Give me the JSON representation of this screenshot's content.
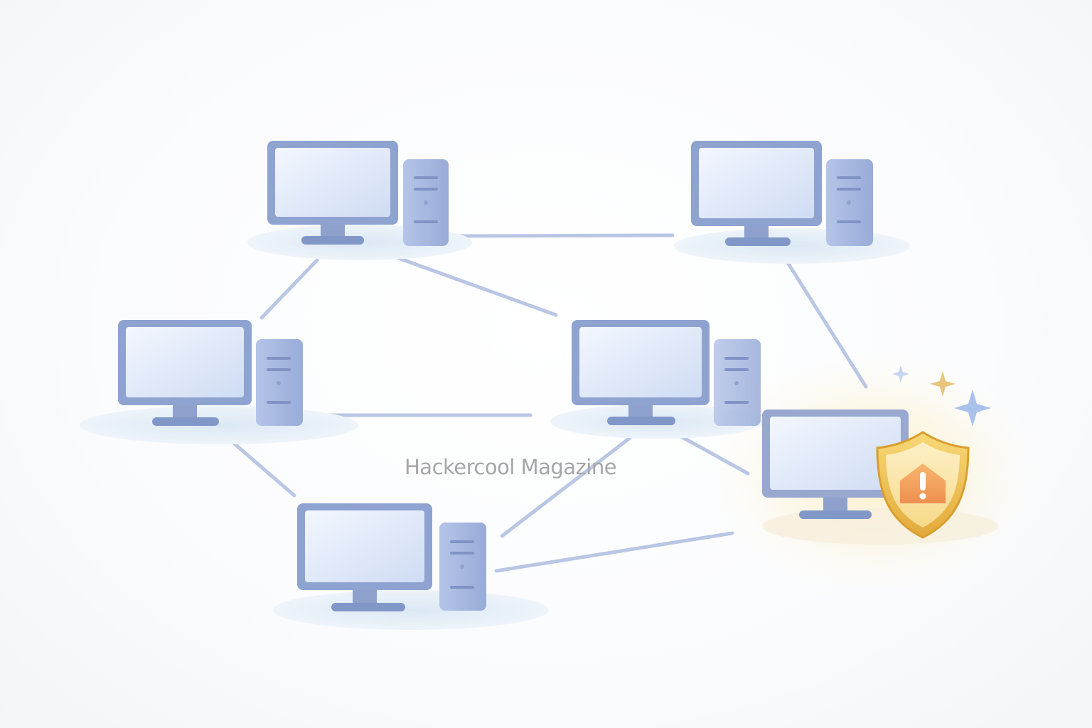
{
  "watermark": "Hackercool Magazine",
  "nodes": [
    {
      "id": "computer-top-left",
      "status": "normal"
    },
    {
      "id": "computer-top-right",
      "status": "normal"
    },
    {
      "id": "computer-middle-left",
      "status": "normal"
    },
    {
      "id": "computer-center",
      "status": "normal"
    },
    {
      "id": "computer-bottom",
      "status": "normal"
    },
    {
      "id": "computer-protected",
      "status": "alert"
    }
  ],
  "links": [
    {
      "from": "computer-top-left",
      "to": "computer-top-right"
    },
    {
      "from": "computer-top-left",
      "to": "computer-middle-left"
    },
    {
      "from": "computer-top-left",
      "to": "computer-center"
    },
    {
      "from": "computer-top-right",
      "to": "computer-protected"
    },
    {
      "from": "computer-middle-left",
      "to": "computer-center"
    },
    {
      "from": "computer-middle-left",
      "to": "computer-bottom"
    },
    {
      "from": "computer-center",
      "to": "computer-bottom"
    },
    {
      "from": "computer-center",
      "to": "computer-protected"
    },
    {
      "from": "computer-bottom",
      "to": "computer-protected"
    }
  ],
  "icons": [
    "monitor-icon",
    "tower-icon",
    "shield-icon",
    "warning-icon",
    "sparkle-icon"
  ],
  "colors": {
    "device_frame": "#8fa3d1",
    "screen": "#e6eefb",
    "link": "#b9c6e4",
    "shield_gold": "#f0c24a",
    "alert_orange": "#f2a05a",
    "sparkle_blue": "#a9c2ec",
    "sparkle_gold": "#eac47a"
  }
}
